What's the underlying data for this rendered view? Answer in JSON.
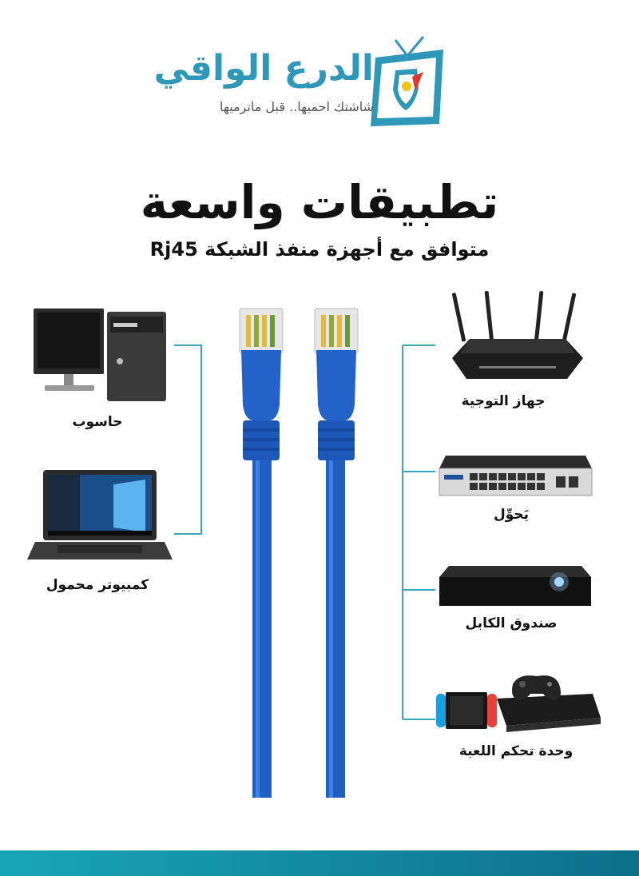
{
  "brand": {
    "name": "الدرع الواقي",
    "tagline": "شاشتك احميها.. قبل ماترميها"
  },
  "headline": "تطبيقات واسعة",
  "subheadline": "متوافق مع أجهزة منفذ الشبكة Rj45",
  "devices": {
    "left": [
      {
        "label": "حاسوب",
        "icon": "desktop-computer-icon"
      },
      {
        "label": "كمبيوتر محمول",
        "icon": "laptop-icon"
      }
    ],
    "right": [
      {
        "label": "جهاز التوجية",
        "icon": "router-icon"
      },
      {
        "label": "يَحوِّل",
        "icon": "network-switch-icon"
      },
      {
        "label": "صندوق الكابل",
        "icon": "cable-box-icon"
      },
      {
        "label": "وحدة تحكم اللعبة",
        "icon": "game-console-icon"
      }
    ]
  },
  "colors": {
    "brand_blue": "#2f97b8",
    "cable_blue": "#1f5fc4",
    "connector_line": "#3aa6bd",
    "bar_gradient_start": "#18a5b8",
    "bar_gradient_end": "#0d6f8a"
  }
}
